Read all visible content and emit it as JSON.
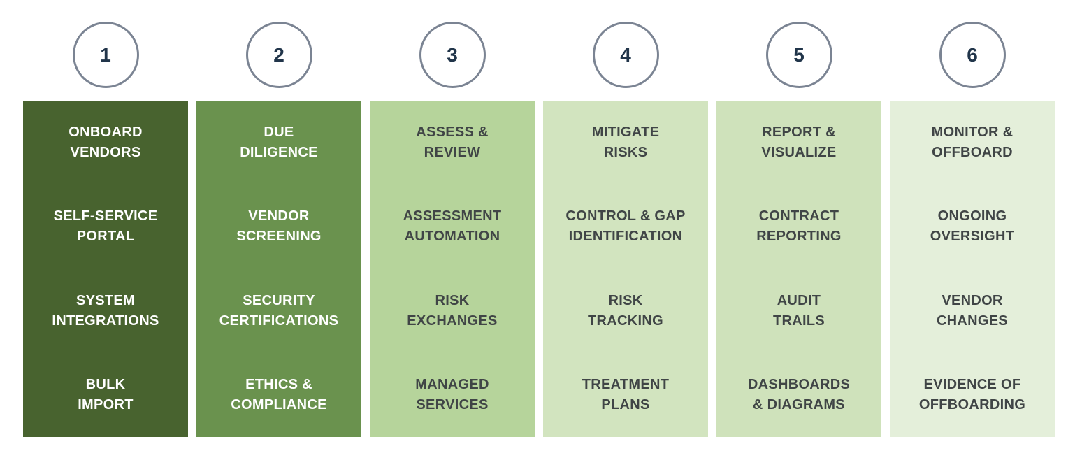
{
  "diagram": {
    "kind": "six-step-process-columns",
    "background_color": "#ffffff"
  },
  "circle_style": {
    "border_color": "#7b8493",
    "number_color": "#21354a",
    "fill_color": "#ffffff"
  },
  "steps": [
    {
      "number": "1",
      "card_color": "#48632f",
      "text_color": "#ffffff",
      "items": [
        "ONBOARD\nVENDORS",
        "SELF-SERVICE\nPORTAL",
        "SYSTEM\nINTEGRATIONS",
        "BULK\nIMPORT"
      ]
    },
    {
      "number": "2",
      "card_color": "#6a924e",
      "text_color": "#ffffff",
      "items": [
        "DUE\nDILIGENCE",
        "VENDOR\nSCREENING",
        "SECURITY\nCERTIFICATIONS",
        "ETHICS &\nCOMPLIANCE"
      ]
    },
    {
      "number": "3",
      "card_color": "#b6d49b",
      "text_color": "#404546",
      "items": [
        "ASSESS &\nREVIEW",
        "ASSESSMENT\nAUTOMATION",
        "RISK\nEXCHANGES",
        "MANAGED\nSERVICES"
      ]
    },
    {
      "number": "4",
      "card_color": "#d2e4bf",
      "text_color": "#404546",
      "items": [
        "MITIGATE\nRISKS",
        "CONTROL & GAP\nIDENTIFICATION",
        "RISK\nTRACKING",
        "TREATMENT\nPLANS"
      ]
    },
    {
      "number": "5",
      "card_color": "#cfe2bb",
      "text_color": "#404546",
      "items": [
        "REPORT &\nVISUALIZE",
        "CONTRACT\nREPORTING",
        "AUDIT\nTRAILS",
        "DASHBOARDS\n& DIAGRAMS"
      ]
    },
    {
      "number": "6",
      "card_color": "#e4efda",
      "text_color": "#404546",
      "items": [
        "MONITOR &\nOFFBOARD",
        "ONGOING\nOVERSIGHT",
        "VENDOR\nCHANGES",
        "EVIDENCE OF\nOFFBOARDING"
      ]
    }
  ]
}
